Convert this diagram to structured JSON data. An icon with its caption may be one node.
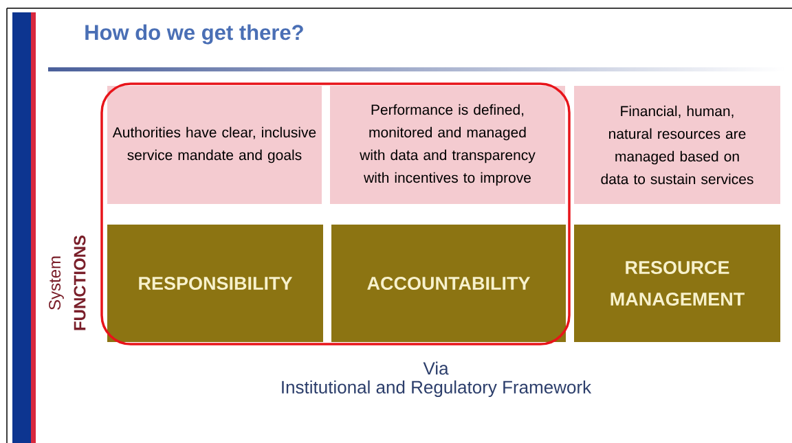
{
  "diagram": {
    "title": "How do we get there?",
    "nodes": [
      {
        "text": [],
        "shape": "box"
      },
      {
        "text": [
          "Authorities have clear, inclusive service mandate and goals"
        ],
        "in": 0
      },
      {
        "text": [
          "Performance is defined, monitored and managed with data and transparency with incentives to improve"
        ],
        "in": 0
      },
      {
        "text": [
          "Financial, human, natural resources are managed based on data to sustain services"
        ]
      },
      {
        "text": [
          "RESPONSIBILITY"
        ],
        "in": 0
      },
      {
        "text": [
          "ACCOUNTABILITY"
        ],
        "in": 0
      },
      {
        "text": [
          "RESOURCE MANAGEMENT"
        ]
      }
    ],
    "labels": [
      "System",
      "FUNCTIONS",
      "Via",
      "Institutional and Regulatory Framework"
    ]
  }
}
